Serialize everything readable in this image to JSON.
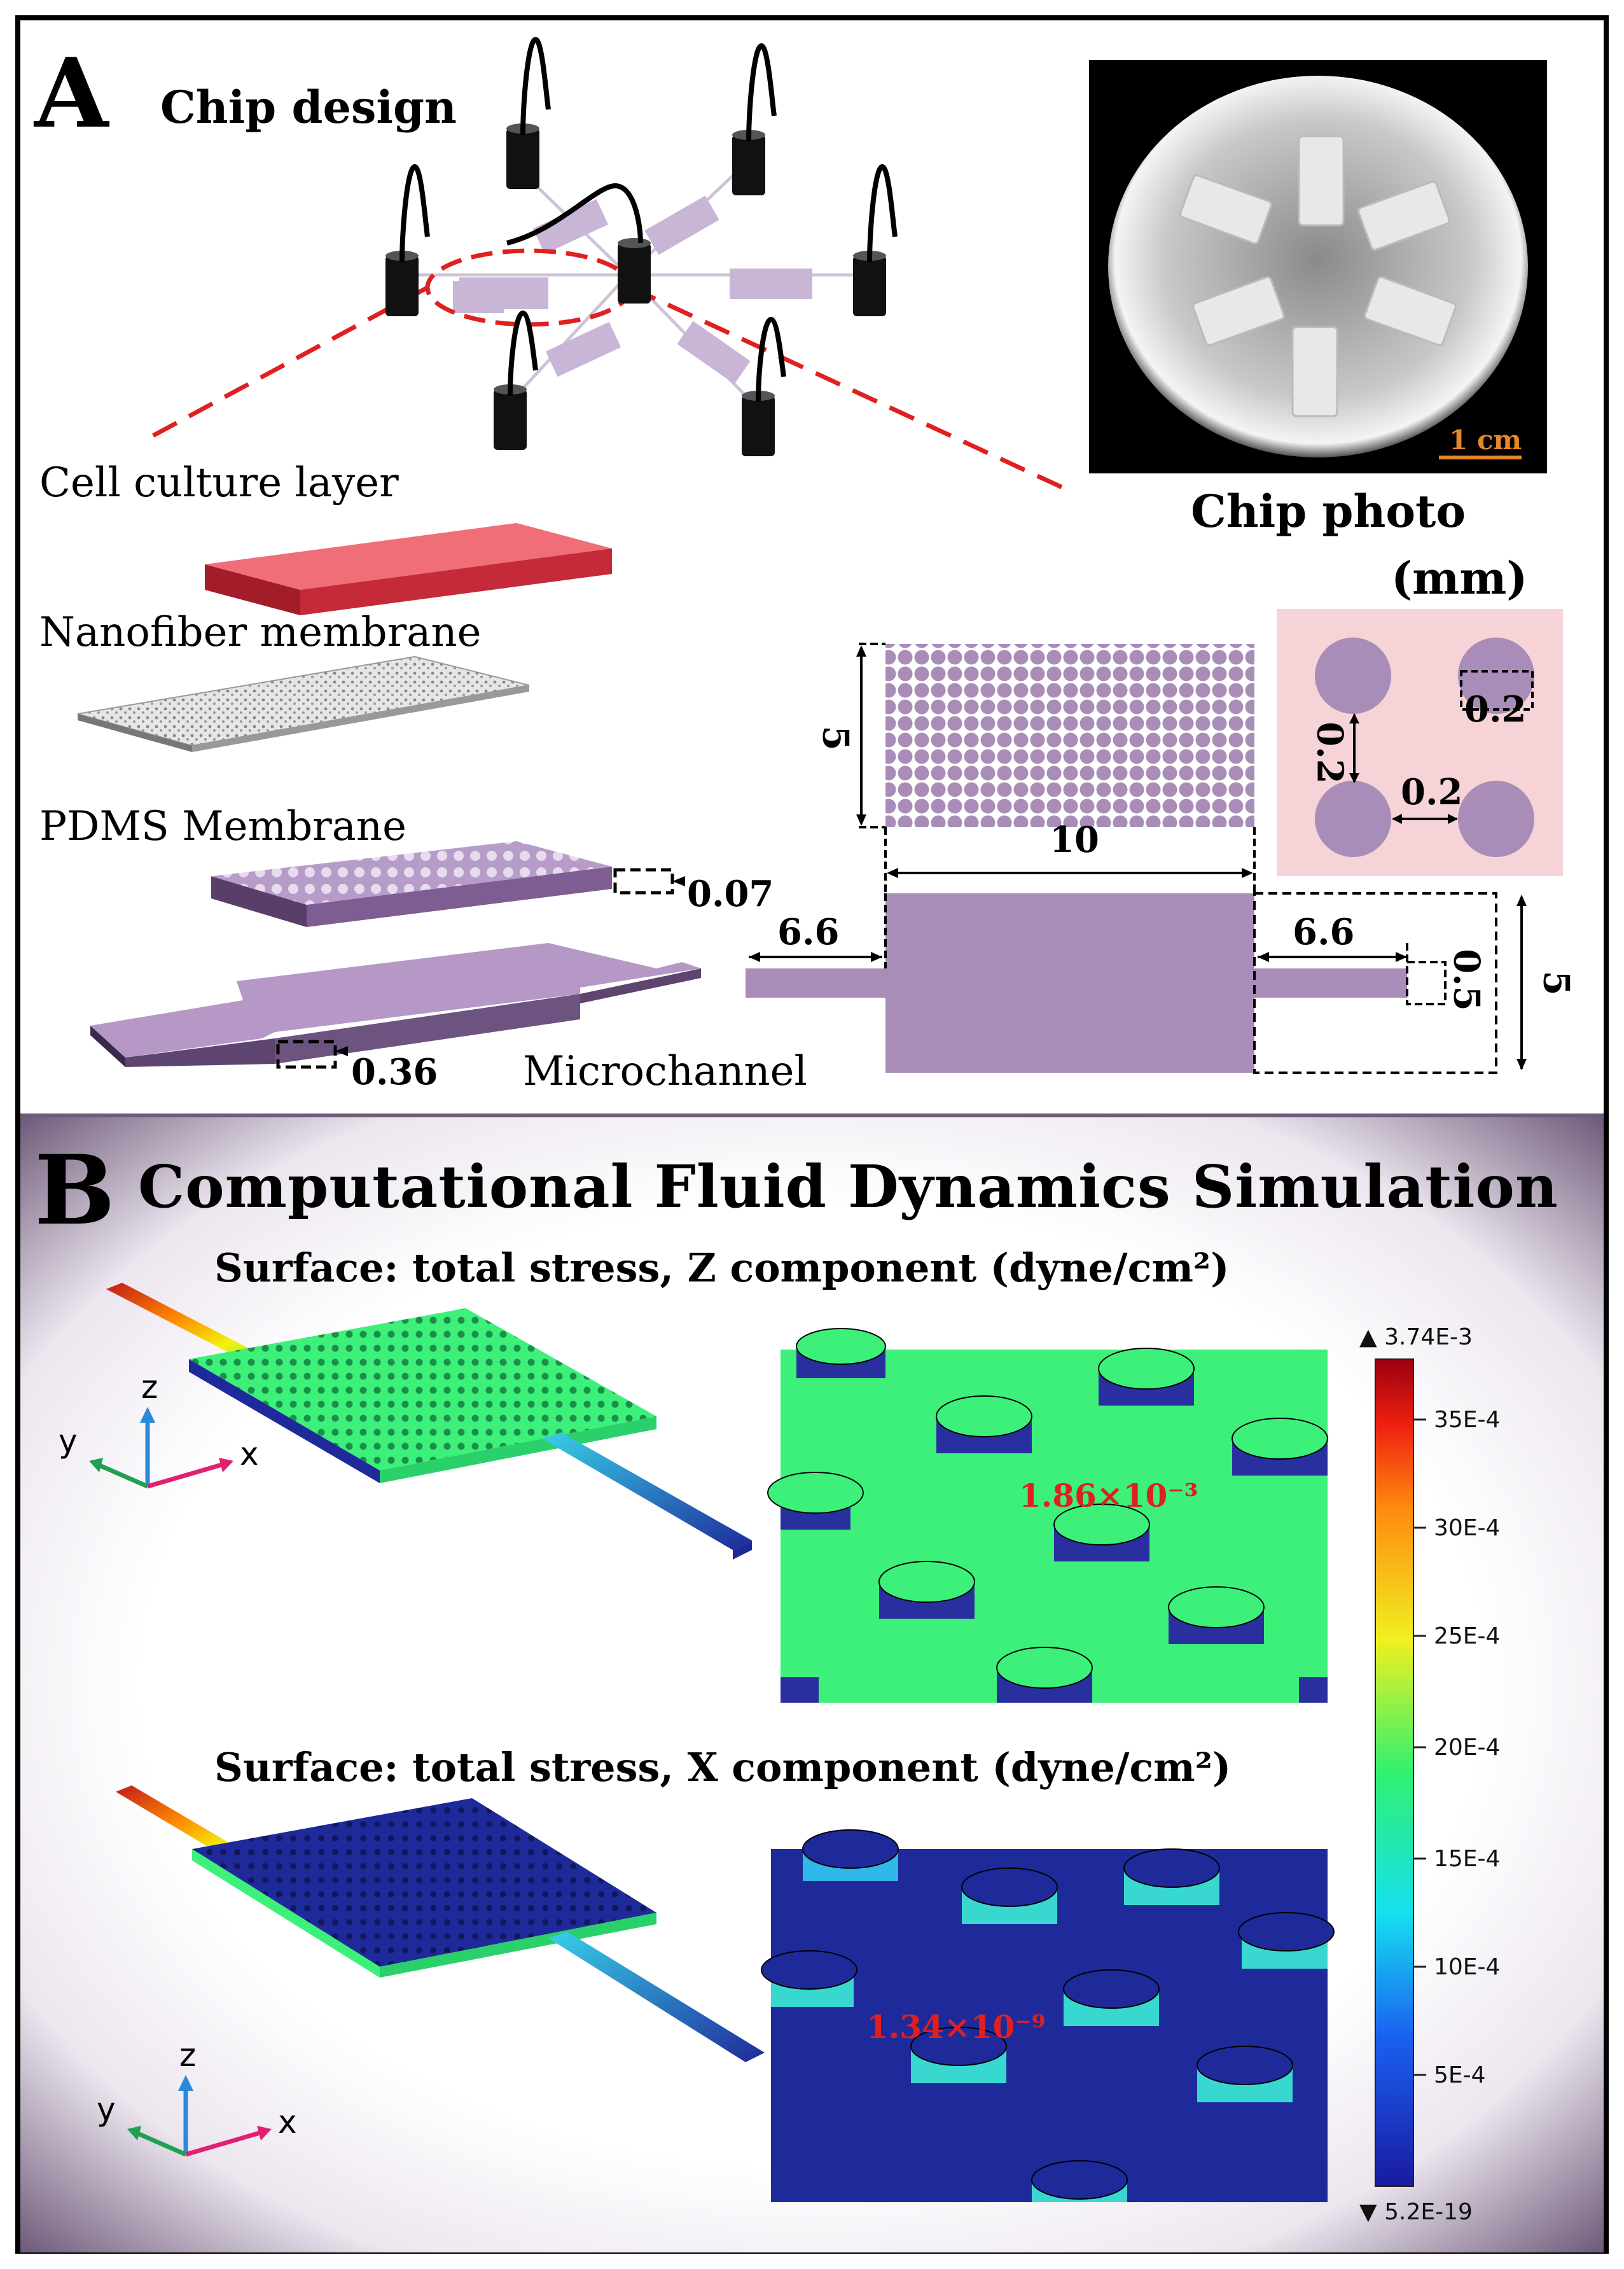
{
  "panel_a": {
    "letter": "A",
    "chip_design_label": "Chip design",
    "chip_photo_label": "Chip photo",
    "scale_bar_label": "1 cm",
    "layers": {
      "cell_culture": "Cell culture layer",
      "nanofiber": "Nanofiber membrane",
      "pdms": "PDMS Membrane",
      "microchannel": "Microchannel"
    },
    "units_label": "(mm)",
    "dimensions": {
      "layer_thickness_pdms": "0.07",
      "layer_thickness_channel": "0.36",
      "array_height": "5",
      "chamber_length": "10",
      "inlet_length_left": "6.6",
      "inlet_length_right": "6.6",
      "inlet_width": "0.5",
      "chamber_width": "5",
      "pillar_diameter": "0.2",
      "pillar_gap_vertical": "0.2",
      "pillar_gap_horizontal": "0.2"
    }
  },
  "panel_b": {
    "letter": "B",
    "title": "Computational Fluid Dynamics Simulation",
    "z_title": "Surface: total stress, Z component (dyne/cm²)",
    "x_title": "Surface: total stress, X component (dyne/cm²)",
    "z_value": "1.86×10⁻³",
    "x_value": "1.34×10⁻⁹",
    "axes": {
      "x": "x",
      "y": "y",
      "z": "z"
    },
    "colorbar": {
      "max": "▲ 3.74E-3",
      "min": "▼ 5.2E-19",
      "ticks": [
        "35E-4",
        "30E-4",
        "25E-4",
        "20E-4",
        "15E-4",
        "10E-4",
        "5E-4"
      ]
    }
  },
  "colors": {
    "chamber_purple": "#a88db8",
    "cell_layer_red": "#e8606a",
    "dashed_red": "#e02020",
    "sim_green": "#3df07a",
    "sim_blue": "#1f2a9a"
  }
}
